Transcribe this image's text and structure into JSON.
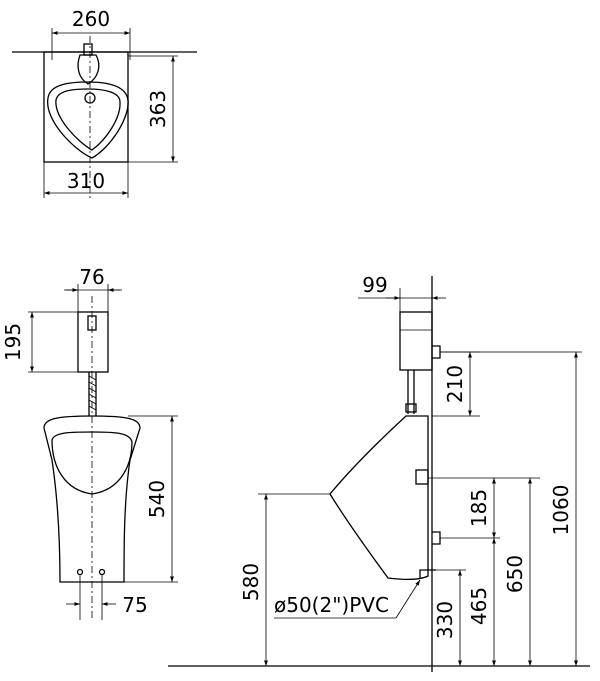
{
  "top_view": {
    "width_top": "260",
    "height": "363",
    "width_bottom": "310"
  },
  "front_view": {
    "tank_width": "76",
    "tank_height": "195",
    "bowl_height": "540",
    "outlet_spacing": "75"
  },
  "side_view": {
    "tank_depth": "99",
    "valve_drop": "210",
    "sensor_height": "185",
    "outlet_height": "465",
    "inlet_height": "650",
    "total_height": "1060",
    "rim_height": "580",
    "drain_height": "330",
    "pipe_label": "ø50(2\")PVC"
  }
}
